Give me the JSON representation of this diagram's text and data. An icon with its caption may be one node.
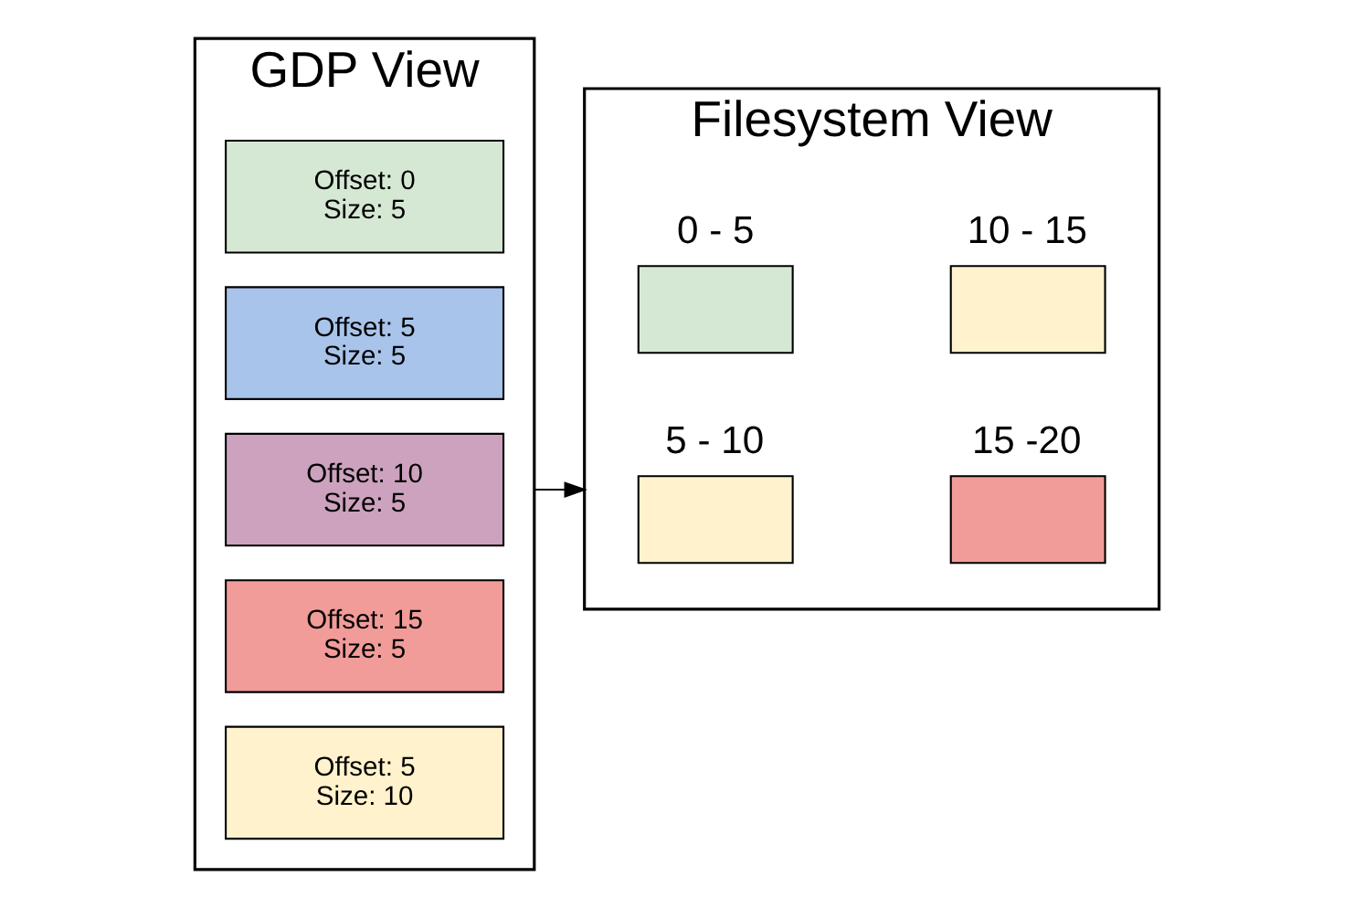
{
  "diagram": {
    "nodes": [
      {
        "text": [
          "GDP View"
        ]
      },
      {
        "text": [
          "Offset: 0 Size: 5"
        ],
        "in": 0
      },
      {
        "text": [
          "Offset: 5 Size: 5"
        ],
        "in": 0
      },
      {
        "text": [
          "Offset: 10 Size: 5"
        ],
        "in": 0
      },
      {
        "text": [
          "Offset: 15 Size: 5"
        ],
        "in": 0
      },
      {
        "text": [
          "Offset: 5 Size: 10"
        ],
        "in": 0
      },
      {
        "text": [
          "Filesystem View"
        ]
      },
      {
        "text": [],
        "shape": "box",
        "in": 6,
        "beside": [
          "0 - 5"
        ]
      },
      {
        "text": [],
        "shape": "box",
        "in": 6,
        "beside": [
          "10 - 15"
        ]
      },
      {
        "text": [],
        "shape": "box",
        "in": 6,
        "beside": [
          "5 - 10"
        ]
      },
      {
        "text": [],
        "shape": "box",
        "in": 6,
        "beside": [
          "15 -20"
        ]
      }
    ],
    "edges": [
      {
        "from": 0,
        "to": 6,
        "arrow": "to"
      }
    ]
  }
}
